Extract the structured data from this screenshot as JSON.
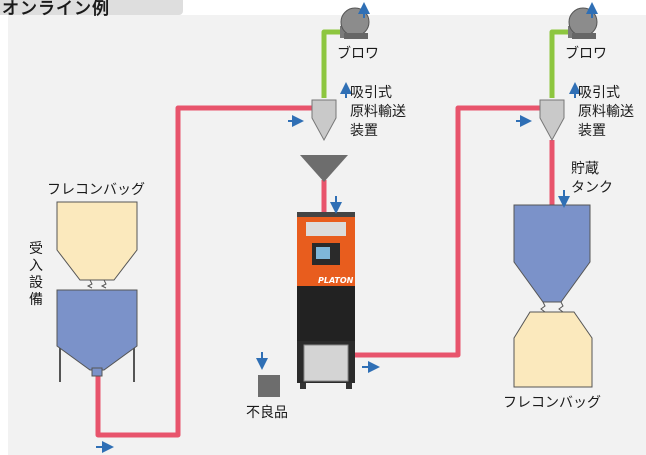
{
  "header": {
    "title": "オンライン例"
  },
  "labels": {
    "blower_left": "ブロワ",
    "blower_right": "ブロワ",
    "conveyor_left": [
      "吸引式",
      "原料輸送",
      "装置"
    ],
    "conveyor_right": [
      "吸引式",
      "原料輸送",
      "装置"
    ],
    "storage_tank": [
      "貯蔵",
      "タンク"
    ],
    "flexible_bag_left": "フレコンバッグ",
    "flexible_bag_right": "フレコンバッグ",
    "receiving_equipment": [
      "受",
      "入",
      "設",
      "備"
    ],
    "defective": "不良品"
  },
  "machine": {
    "brand": "PLATON"
  },
  "colors": {
    "pipe_pink": "#e8546c",
    "pipe_green": "#8dc63f",
    "arrow_blue": "#2f6fb5",
    "tank_blue": "#7b92c9",
    "bag_cream": "#fbe9bd",
    "machine_orange": "#e85d1e",
    "background_gray": "#f2f2f2"
  }
}
